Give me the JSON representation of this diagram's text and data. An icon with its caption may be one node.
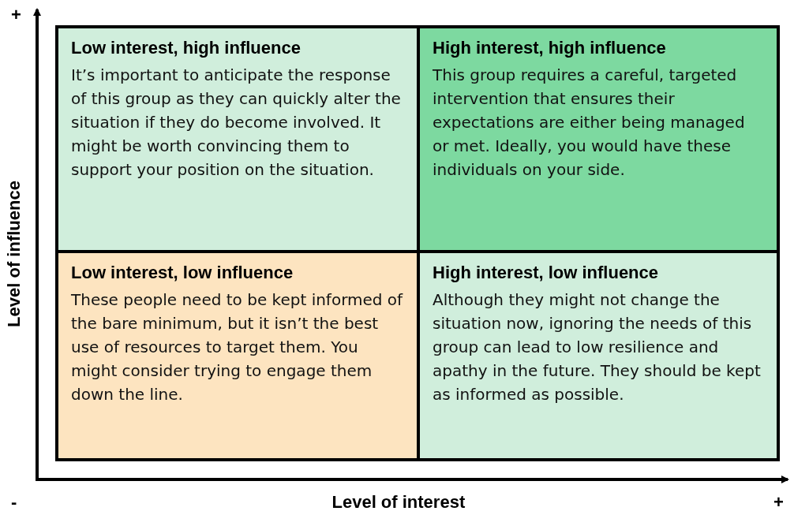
{
  "diagram": {
    "nodes": [
      {
        "text": [
          "Low interest, high influence",
          "It’s important to anticipate the response of this group as they can quickly alter the situation if they do become involved. It might be worth convincing them to support your position on the situation."
        ]
      },
      {
        "text": [
          "High interest, high influence",
          "This group requires a careful, targeted intervention that ensures their expectations are either being managed or met. Ideally, you would have these individuals on your side."
        ]
      },
      {
        "text": [
          "Low interest, low influence",
          "These people need to be kept informed of the bare minimum, but it isn’t the best use of resources to target them. You might consider trying to engage them down the line."
        ]
      },
      {
        "text": [
          "High interest, low influence",
          "Although they might not change the situation now, ignoring the needs of this group can lead to low resilience and apathy in the future. They should be kept as informed as possible."
        ]
      }
    ],
    "labels": [
      "+",
      "Level of influence",
      "-",
      "Level of interest",
      "+"
    ]
  }
}
